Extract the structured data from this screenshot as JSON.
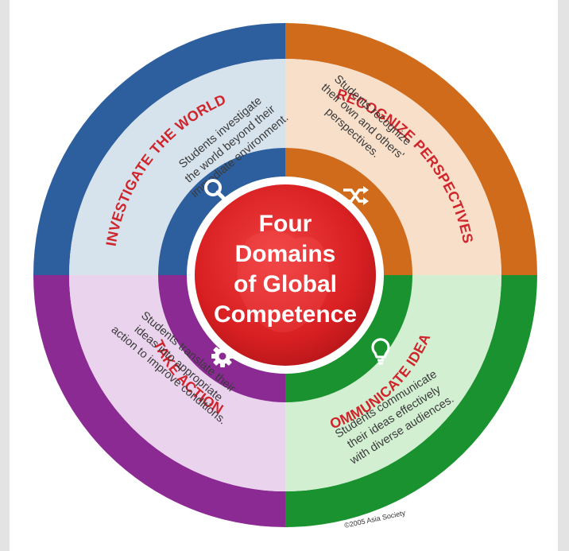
{
  "title_lines": [
    "Four",
    "Domains",
    "of Global",
    "Competence"
  ],
  "domains": [
    {
      "title": "INVESTIGATE THE WORLD",
      "description": [
        "Students investigate",
        "the world beyond their",
        "immediate environment."
      ],
      "icon": "magnifier-icon",
      "outer_color": "#2d5f9e",
      "inner_color": "#2d5f9e",
      "fill_color": "#d6e2ec",
      "title_color": "#d0242b"
    },
    {
      "title": "RECOGNIZE PERSPECTIVES",
      "description": [
        "Students recognize",
        "their own and others'",
        "perspectives."
      ],
      "icon": "shuffle-arrows-icon",
      "outer_color": "#cf6b1a",
      "inner_color": "#cf6b1a",
      "fill_color": "#f8dfc9",
      "title_color": "#d0242b"
    },
    {
      "title": "COMMUNICATE IDEAS",
      "description": [
        "Students communicate",
        "their ideas effectively",
        "with diverse audiences."
      ],
      "icon": "lightbulb-icon",
      "outer_color": "#19922f",
      "inner_color": "#19922f",
      "fill_color": "#d3efd2",
      "title_color": "#d0242b"
    },
    {
      "title": "TAKE ACTION",
      "description": [
        "Students translate their",
        "ideas into appropriate",
        "action to improve conditions."
      ],
      "icon": "gear-icon",
      "outer_color": "#8a2a92",
      "inner_color": "#8a2a92",
      "fill_color": "#ead3ec",
      "title_color": "#d0242b"
    }
  ],
  "center_color": "#e02525",
  "copyright": "©2005 Asia Society"
}
